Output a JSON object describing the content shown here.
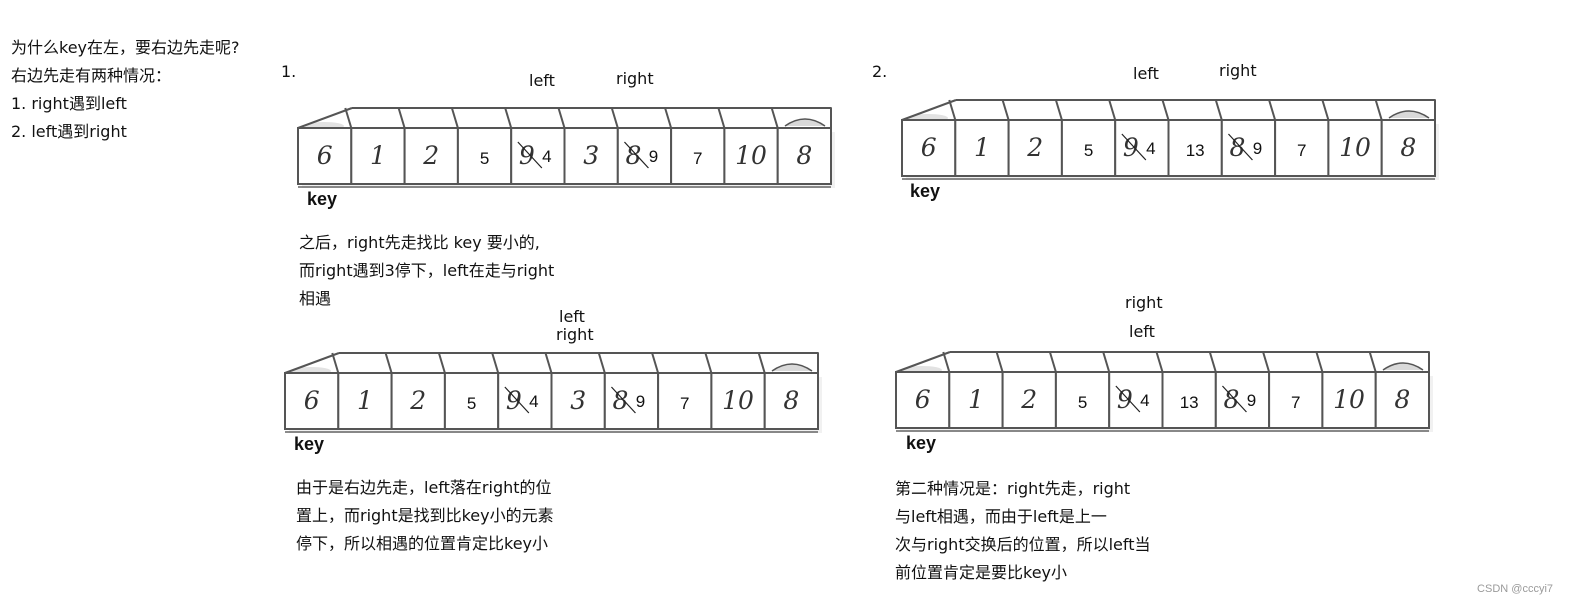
{
  "intro": {
    "question": "为什么key在左，要右边先走呢?",
    "cases_title": "右边先走有两种情况：",
    "case1": "1. right遇到left",
    "case2": "2. left遇到right"
  },
  "panels": [
    {
      "number": "1.",
      "pointer_labels": [
        "left",
        "right"
      ],
      "key_label": "key",
      "cells": [
        "6",
        "1",
        "2",
        "5",
        "9/4",
        "3",
        "8/9",
        "7",
        "10",
        "8"
      ],
      "caption": [
        "之后，right先走找比 key 要小的,",
        "而right遇到3停下，left在走与right",
        "相遇"
      ]
    },
    {
      "number": "2.",
      "pointer_labels": [
        "left",
        "right"
      ],
      "key_label": "key",
      "cells": [
        "6",
        "1",
        "2",
        "5",
        "9/4",
        "13",
        "8/9",
        "7",
        "10",
        "8"
      ],
      "caption": []
    },
    {
      "number": "",
      "pointer_labels": [
        "left",
        "right"
      ],
      "key_label": "key",
      "cells": [
        "6",
        "1",
        "2",
        "5",
        "9/4",
        "3",
        "8/9",
        "7",
        "10",
        "8"
      ],
      "caption": [
        "由于是右边先走，left落在right的位",
        "置上，而right是找到比key小的元素",
        "停下，所以相遇的位置肯定比key小"
      ]
    },
    {
      "number": "",
      "pointer_labels": [
        "right",
        "left"
      ],
      "key_label": "key",
      "cells": [
        "6",
        "1",
        "2",
        "5",
        "9/4",
        "13",
        "8/9",
        "7",
        "10",
        "8"
      ],
      "caption": [
        "第二种情况是：right先走，right",
        "与left相遇，而由于left是上一",
        "次与right交换后的位置，所以left当",
        "前位置肯定是要比key小"
      ]
    }
  ],
  "watermark": "CSDN @cccyi7"
}
